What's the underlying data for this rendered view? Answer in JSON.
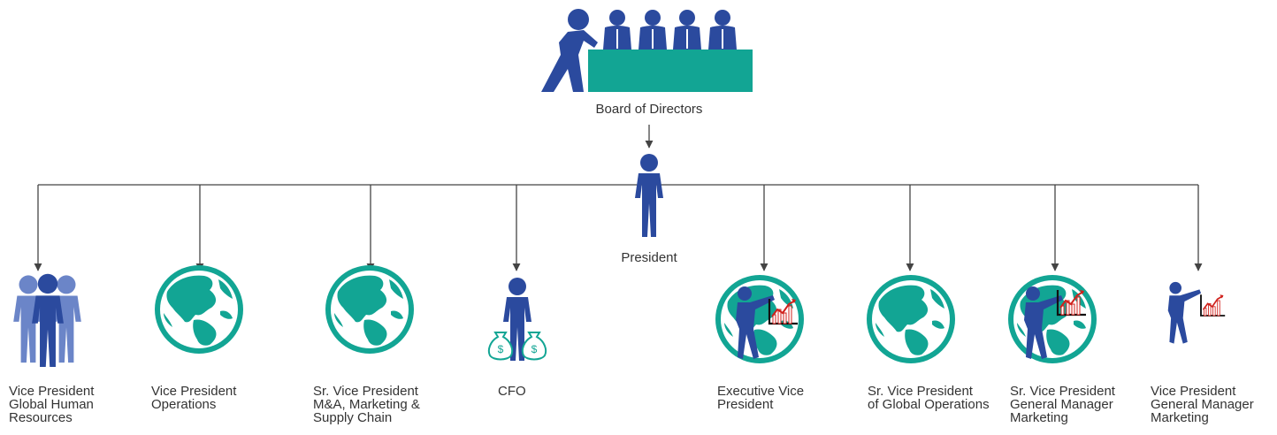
{
  "diagram": {
    "top": {
      "label": "Board of Directors",
      "icon": "board-meeting-icon"
    },
    "president": {
      "label": "President",
      "icon": "person-icon"
    },
    "reports": [
      {
        "label": "Vice President\nGlobal Human\nResources",
        "icon": "team-icon"
      },
      {
        "label": "Vice President\nOperations",
        "icon": "globe-icon"
      },
      {
        "label": "Sr. Vice President\nM&A, Marketing &\nSupply Chain",
        "icon": "globe-icon"
      },
      {
        "label": "CFO",
        "icon": "person-money-bags-icon"
      },
      {
        "label": "Executive Vice\nPresident",
        "icon": "globe-presenter-chart-icon"
      },
      {
        "label": "Sr. Vice President\nof Global Operations",
        "icon": "globe-icon"
      },
      {
        "label": "Sr. Vice President\nGeneral Manager\nMarketing",
        "icon": "globe-presenter-chart-icon"
      },
      {
        "label": "Vice President\nGeneral Manager\nMarketing",
        "icon": "presenter-chart-icon"
      }
    ]
  },
  "colors": {
    "figure": "#2b4a9e",
    "figure_light": "#6b85c8",
    "teal": "#12a594",
    "line": "#444444",
    "text": "#333333",
    "chart_red": "#d0211c"
  }
}
